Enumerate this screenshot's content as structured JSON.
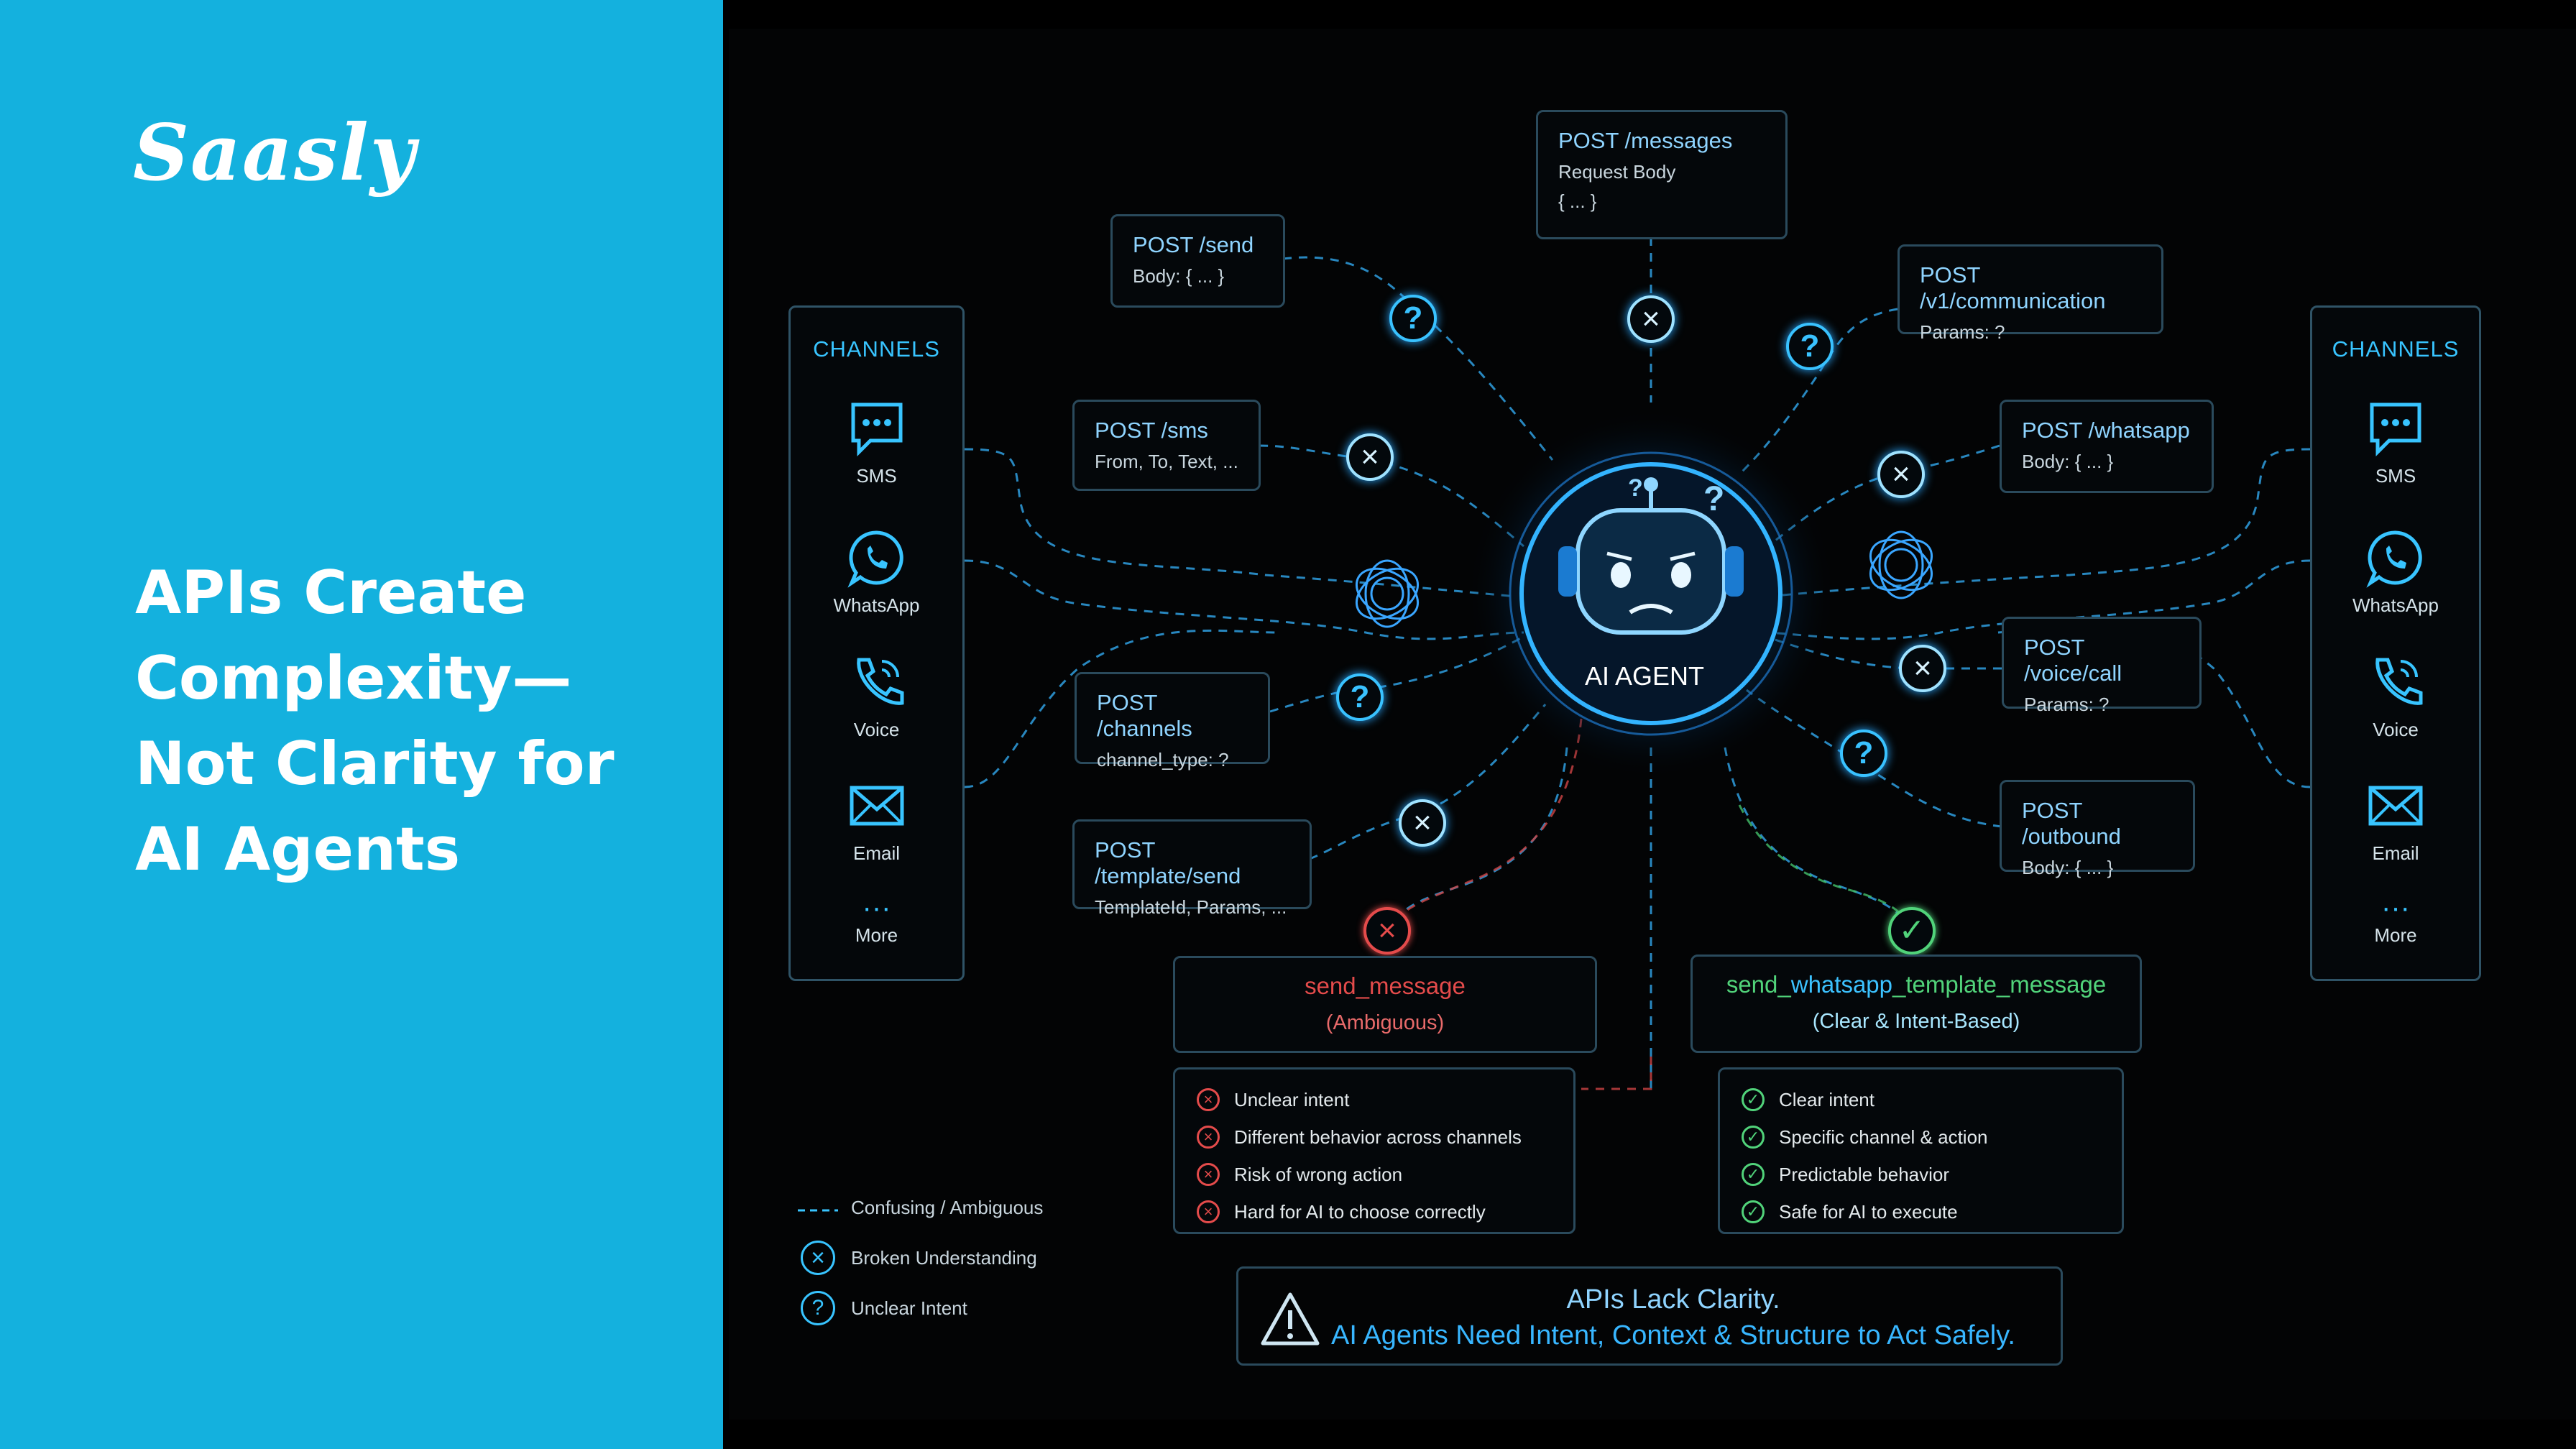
{
  "brand": {
    "logo": "Saasly"
  },
  "headline": "APIs Create Complexity—Not Clarity for AI Agents",
  "colors": {
    "left_panel": "#14b1de",
    "accent": "#38c4ff",
    "error": "#e44b4b",
    "success": "#51d37a"
  },
  "channels_left": {
    "title": "CHANNELS",
    "items": [
      {
        "label": "SMS",
        "icon": "chat-bubble-icon"
      },
      {
        "label": "WhatsApp",
        "icon": "whatsapp-icon"
      },
      {
        "label": "Voice",
        "icon": "phone-icon"
      },
      {
        "label": "Email",
        "icon": "envelope-icon"
      },
      {
        "label": "More",
        "icon": "ellipsis-icon"
      }
    ]
  },
  "channels_right": {
    "title": "CHANNELS",
    "items": [
      {
        "label": "SMS",
        "icon": "chat-bubble-icon"
      },
      {
        "label": "WhatsApp",
        "icon": "whatsapp-icon"
      },
      {
        "label": "Voice",
        "icon": "phone-icon"
      },
      {
        "label": "Email",
        "icon": "envelope-icon"
      },
      {
        "label": "More",
        "icon": "ellipsis-icon"
      }
    ]
  },
  "endpoints": {
    "messages": {
      "path": "POST /messages",
      "line1": "Request Body",
      "line2": "{ ... }"
    },
    "send": {
      "path": "POST /send",
      "line1": "Body: { ... }"
    },
    "communication": {
      "path": "POST /v1/communication",
      "line1": "Params: ?"
    },
    "sms": {
      "path": "POST /sms",
      "line1": "From, To, Text, ..."
    },
    "whatsapp": {
      "path": "POST /whatsapp",
      "line1": "Body: { ... }"
    },
    "channels": {
      "path": "POST /channels",
      "line1": "channel_type: ?"
    },
    "voice": {
      "path": "POST /voice/call",
      "line1": "Params: ?"
    },
    "template": {
      "path": "POST /template/send",
      "line1": "TemplateId, Params, ..."
    },
    "outbound": {
      "path": "POST /outbound",
      "line1": "Body: { ... }"
    }
  },
  "agent": {
    "label": "AI AGENT",
    "icon": "confused-robot-icon"
  },
  "bad_result": {
    "name": "send_message",
    "sub": "(Ambiguous)",
    "items": [
      "Unclear intent",
      "Different behavior across channels",
      "Risk of wrong action",
      "Hard for AI to choose correctly"
    ]
  },
  "good_result": {
    "name_prefix": "send_",
    "name_highlight": "whatsapp",
    "name_suffix": "_template_message",
    "sub": "(Clear & Intent-Based)",
    "items": [
      "Clear intent",
      "Specific channel & action",
      "Predictable behavior",
      "Safe for AI to execute"
    ]
  },
  "legend": [
    {
      "label": "Confusing / Ambiguous",
      "symbol": "dashed-line"
    },
    {
      "label": "Broken Understanding",
      "symbol": "x-circle-icon"
    },
    {
      "label": "Unclear Intent",
      "symbol": "question-circle-icon"
    }
  ],
  "footer": {
    "line1": "APIs Lack Clarity.",
    "line2": "AI Agents Need Intent, Context & Structure to Act Safely.",
    "icon": "warning-triangle-icon"
  }
}
